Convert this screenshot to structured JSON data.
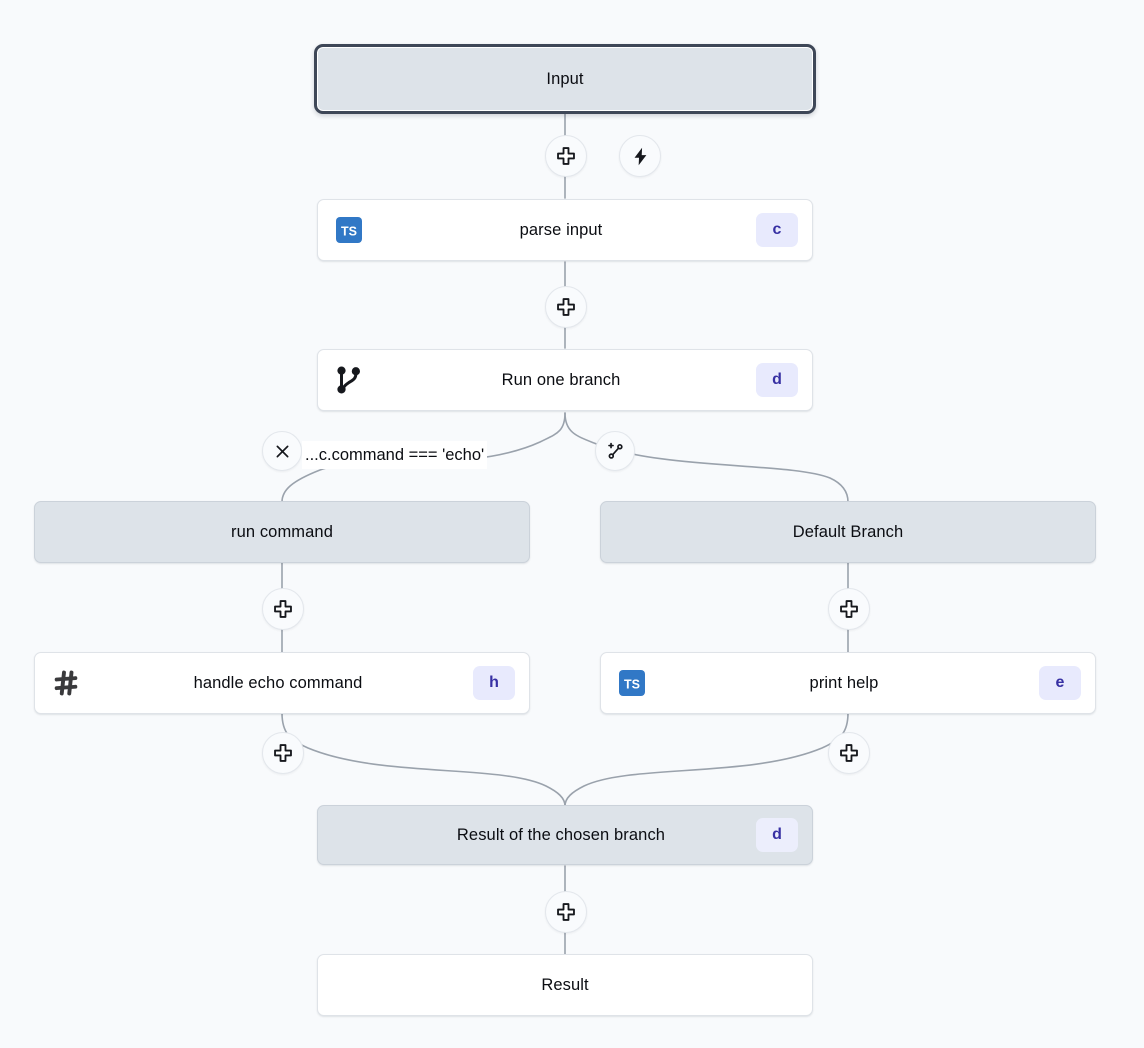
{
  "canvas": {
    "background": "#f8fafc",
    "edge_color": "#9aa2ac"
  },
  "theme": {
    "badge_bg": "#e8eafd",
    "badge_fg": "#3730a3",
    "node_muted_bg": "#dde3e9",
    "node_plain_bg": "#ffffff",
    "selected_border": "#3e4757",
    "ts_blue": "#3178c6"
  },
  "nodes": [
    {
      "id": "input",
      "label": "Input",
      "variant": "selected",
      "icon": null,
      "badge": null
    },
    {
      "id": "parse-input",
      "label": "parse input",
      "variant": "plain",
      "icon": "typescript-icon",
      "badge": "c"
    },
    {
      "id": "run-one-branch",
      "label": "Run one branch",
      "variant": "plain",
      "icon": "git-branch-icon",
      "badge": "d"
    },
    {
      "id": "run-command",
      "label": "run command",
      "variant": "muted",
      "icon": null,
      "badge": null
    },
    {
      "id": "default-branch",
      "label": "Default Branch",
      "variant": "muted",
      "icon": null,
      "badge": null
    },
    {
      "id": "handle-echo-command",
      "label": "handle echo command",
      "variant": "plain",
      "icon": "hash-icon",
      "badge": "h"
    },
    {
      "id": "print-help",
      "label": "print help",
      "variant": "plain",
      "icon": "typescript-icon",
      "badge": "e"
    },
    {
      "id": "result-of-chosen-branch",
      "label": "Result of the chosen branch",
      "variant": "muted",
      "icon": null,
      "badge": "d"
    },
    {
      "id": "result",
      "label": "Result",
      "variant": "plain",
      "icon": null,
      "badge": null
    }
  ],
  "edge_labels": [
    {
      "id": "echo-condition",
      "text": "...c.command === 'echo'"
    }
  ],
  "handles": [
    {
      "id": "add-after-input",
      "icon": "plus-icon"
    },
    {
      "id": "trigger-bolt",
      "icon": "lightning-bolt-icon"
    },
    {
      "id": "add-after-parse-input",
      "icon": "plus-icon"
    },
    {
      "id": "remove-branch",
      "icon": "close-icon"
    },
    {
      "id": "add-branch",
      "icon": "git-branch-plus-icon"
    },
    {
      "id": "add-after-run-command",
      "icon": "plus-icon"
    },
    {
      "id": "add-after-default-branch",
      "icon": "plus-icon"
    },
    {
      "id": "add-after-handle-echo-command",
      "icon": "plus-icon"
    },
    {
      "id": "add-after-print-help",
      "icon": "plus-icon"
    },
    {
      "id": "add-after-result-of-chosen-branch",
      "icon": "plus-icon"
    }
  ]
}
